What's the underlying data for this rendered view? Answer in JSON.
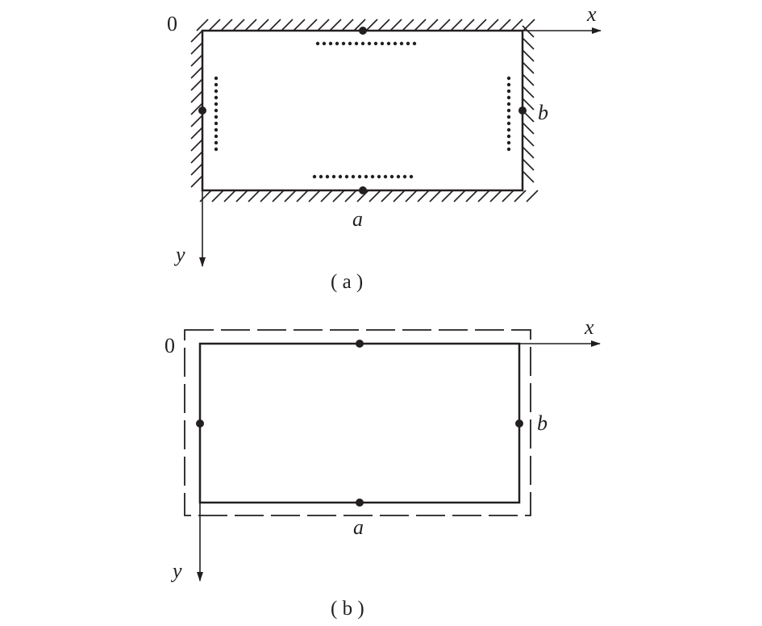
{
  "diagram_a": {
    "origin_label": "0",
    "x_label": "x",
    "y_label": "y",
    "a_label": "a",
    "b_label": "b",
    "caption": "( a )"
  },
  "diagram_b": {
    "origin_label": "0",
    "x_label": "x",
    "y_label": "y",
    "a_label": "a",
    "b_label": "b",
    "caption": "( b )"
  }
}
